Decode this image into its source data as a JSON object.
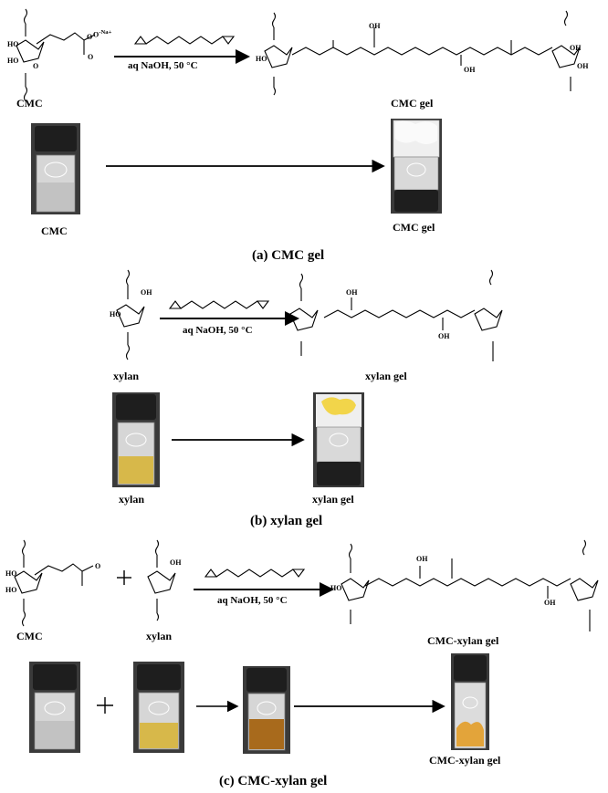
{
  "panel_a": {
    "reactant_label": "CMC",
    "product_label": "CMC gel",
    "condition": "aq NaOH, 50 °C",
    "photo_left_label": "CMC",
    "photo_right_label": "CMC gel",
    "caption": "(a)  CMC gel"
  },
  "panel_b": {
    "reactant_label": "xylan",
    "product_label": "xylan gel",
    "condition": "aq NaOH, 50 °C",
    "photo_left_label": "xylan",
    "photo_right_label": "xylan gel",
    "caption": "(b)  xylan gel"
  },
  "panel_c": {
    "reactant1_label": "CMC",
    "reactant2_label": "xylan",
    "product_label": "CMC-xylan gel",
    "condition": "aq NaOH, 50 °C",
    "photo_right_label": "CMC-xylan gel",
    "caption": "(c)  CMC-xylan gel"
  },
  "atoms": {
    "oh": "OH",
    "ho": "HO",
    "o": "O",
    "ona": "O",
    "ona_sup": "-Na",
    "ona_plus": "+"
  },
  "colors": {
    "vial_cap": "#2a2a2a",
    "vial_glass": "#d8d8d8",
    "cmc_liquid": "#c9c9c9",
    "xylan_liquid": "#d7b84a",
    "mix_liquid": "#a86a1c",
    "gel_white": "#f4f4f4",
    "gel_yellow": "#f2d54a",
    "gel_orange": "#e3a43a"
  }
}
